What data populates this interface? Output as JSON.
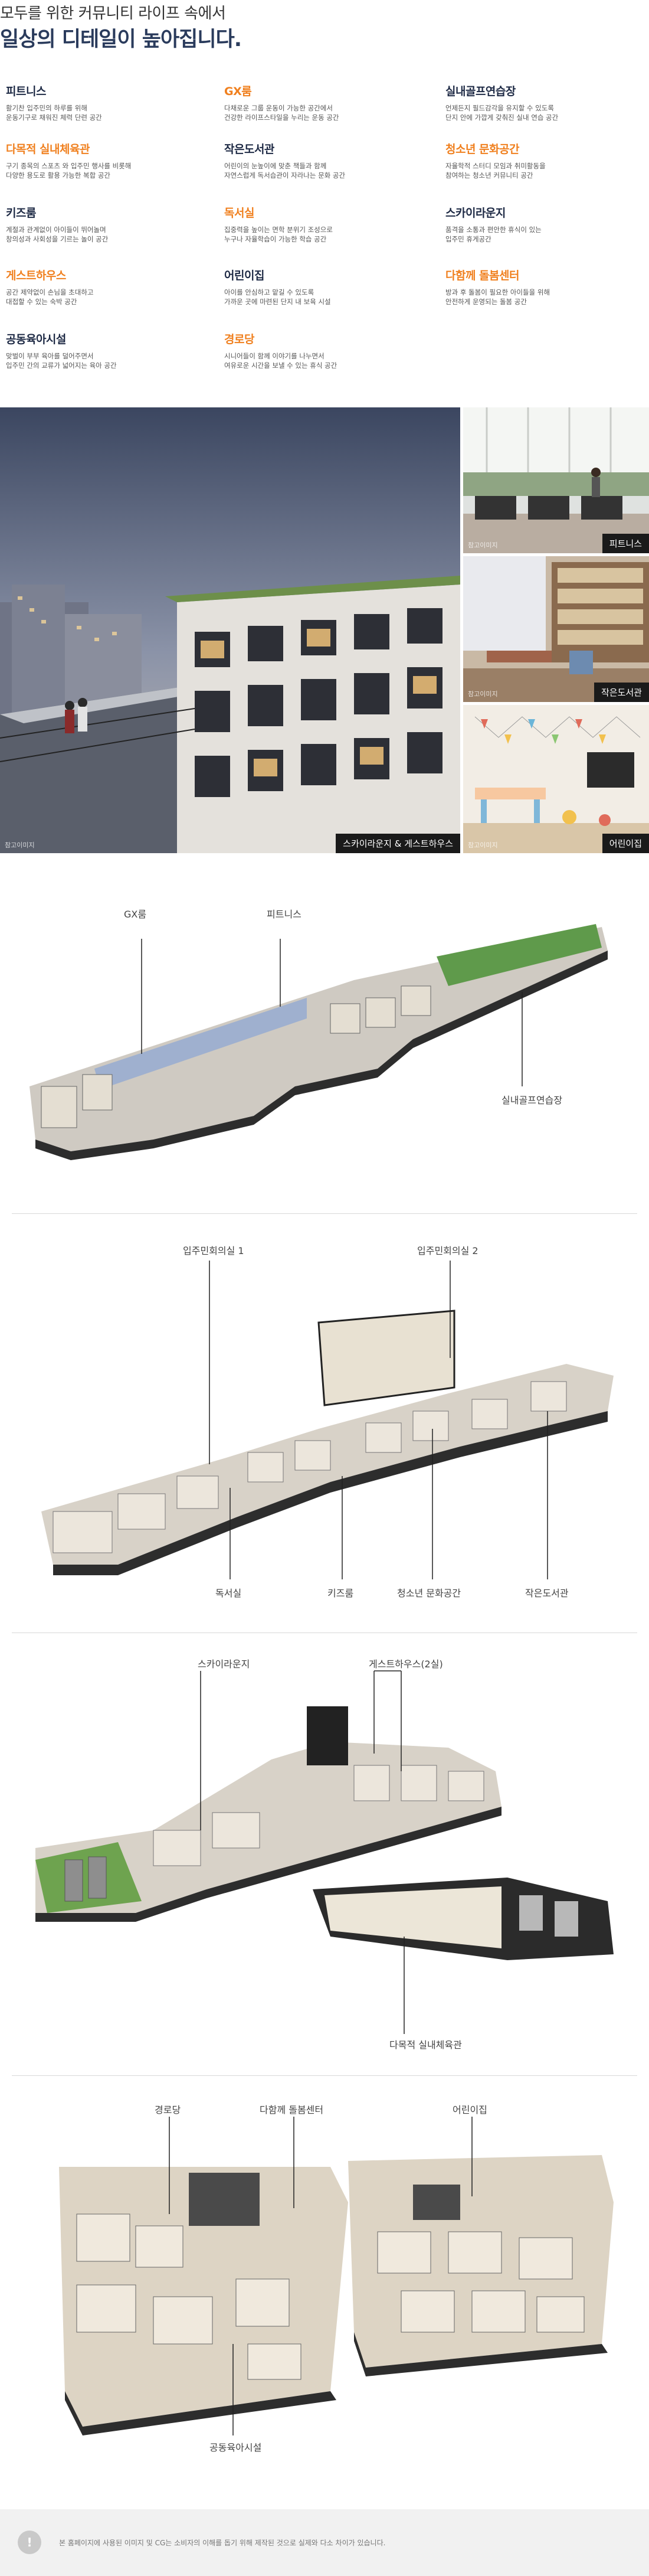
{
  "intro": {
    "line1": "모두를 위한 커뮤니티 라이프 속에서",
    "line2": "일상의 디테일이 높아집니다."
  },
  "features": [
    {
      "title": "피트니스",
      "desc": "활기찬 입주민의 하루를 위해\n운동기구로 채워진 체력 단련 공간",
      "accent": false
    },
    {
      "title": "GX룸",
      "desc": "다채로운 그룹 운동이 가능한 공간에서\n건강한 라이프스타일을 누리는 운동 공간",
      "accent": true
    },
    {
      "title": "실내골프연습장",
      "desc": "언제든지 필드감각을 유지할 수 있도록\n단지 안에 가깝게 갖춰진 실내 연습 공간",
      "accent": false
    },
    {
      "title": "다목적 실내체육관",
      "desc": "구기 종목의 스포츠 와 입주민 행사를 비롯해\n다양한 용도로 활용 가능한 복합 공간",
      "accent": true
    },
    {
      "title": "작은도서관",
      "desc": "어린이의 눈높이에 맞춘 책들과 함께\n자연스럽게 독서습관이 자라나는 문화 공간",
      "accent": false
    },
    {
      "title": "청소년 문화공간",
      "desc": "자율학적 스터디 모임과 취미활동을\n참여하는 청소년 커뮤니티 공간",
      "accent": true
    },
    {
      "title": "키즈룸",
      "desc": "계절과 관계없이 아이들이 뛰어놀며\n창의성과 사회성을 기르는 놀이 공간",
      "accent": false
    },
    {
      "title": "독서실",
      "desc": "집중력을 높이는 면학 분위기 조성으로\n누구나 자율학습이 가능한 학습 공간",
      "accent": true
    },
    {
      "title": "스카이라운지",
      "desc": "품격을 소통과 편안한 휴식이 있는\n입주민 휴게공간",
      "accent": false
    },
    {
      "title": "게스트하우스",
      "desc": "공간 제약없이 손님을 초대하고\n대접할 수 있는 숙박 공간",
      "accent": true
    },
    {
      "title": "어린이집",
      "desc": "아이를 안심하고 맡길 수 있도록\n가까운 곳에 마련된 단지 내 보육 시설",
      "accent": false
    },
    {
      "title": "다함께 돌봄센터",
      "desc": "방과 후 돌봄이 필요한 아이들을 위해\n안전하게 운영되는 돌봄 공간",
      "accent": true
    },
    {
      "title": "공동육아시설",
      "desc": "맞벌이 부부 육아를 덜어주면서\n입주민 간의 교류가 넓어지는 육아 공간",
      "accent": false
    },
    {
      "title": "경로당",
      "desc": "시니어들이 함께 이야기를 나누면서\n여유로운 시간을 보낼 수 있는 휴식 공간",
      "accent": true
    }
  ],
  "photos": {
    "main_caption": "스카이라운지 & 게스트하우스",
    "fitness_caption": "피트니스",
    "library_caption": "작은도서관",
    "daycare_caption": "어린이집",
    "image_mark": "참고이미지"
  },
  "plans": {
    "plan1": {
      "gx": "GX룸",
      "fitness": "피트니스",
      "golf": "실내골프연습장"
    },
    "plan2": {
      "meeting1": "입주민회의실 1",
      "meeting2": "입주민회의실 2",
      "reading": "독서실",
      "kids": "키즈룸",
      "youth": "청소년 문화공간",
      "library": "작은도서관"
    },
    "plan3": {
      "skylounge": "스카이라운지",
      "guesthouse": "게스트하우스(2실)",
      "gym": "다목적 실내체육관"
    },
    "plan4": {
      "senior": "경로당",
      "care": "다함께 돌봄센터",
      "daycare": "어린이집",
      "childcare": "공동육아시설"
    }
  },
  "notice": {
    "icon": "!",
    "text": "본 홈페이지에 사용된 이미지 및 CG는 소비자의 이해를 돕기 위해 제작된 것으로 실제와 다소 차이가 있습니다."
  },
  "colors": {
    "navy": "#1e2a45",
    "orange": "#f0801f"
  }
}
